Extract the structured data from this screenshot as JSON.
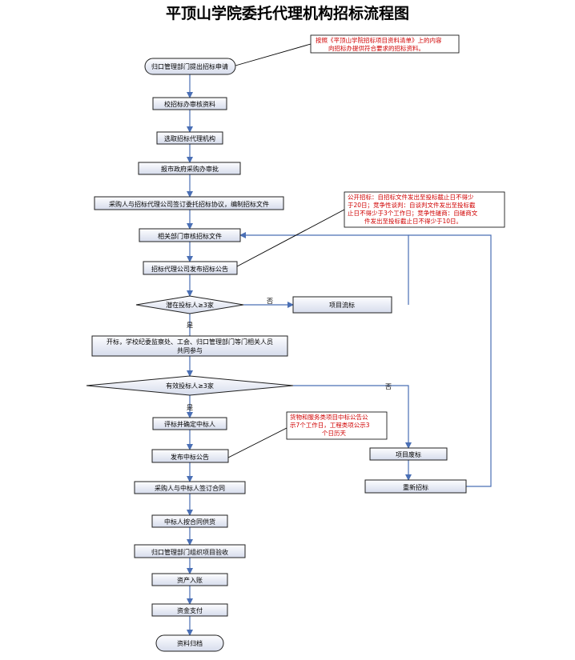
{
  "title": "平顶山学院委托代理机构招标流程图",
  "nodes": {
    "n1": "归口管理部门提出招标申请",
    "n2": "校招标办审核资料",
    "n3": "选取招标代理机构",
    "n4": "报市政府采购办审批",
    "n5": "采购人与招标代理公司签订委托招标协议，编制招标文件",
    "n6": "相关部门审核招标文件",
    "n7": "招标代理公司发布招标公告",
    "d1": "潜在投标人≥3家",
    "flow": "项目流标",
    "n8a": "开标，学校纪委监察处、工会、归口管理部门等门相关人员",
    "n8b": "共同参与",
    "d2": "有效投标人≥3家",
    "n9": "评标并确定中标人",
    "n10": "发布中标公告",
    "n11": "采购人与中标人签订合同",
    "n12": "中标人按合同供货",
    "n13": "归口管理部门组织项目验收",
    "n14": "资产入账",
    "n15": "资金支付",
    "n16": "资料归档",
    "fail": "项目废标",
    "retender": "重新招标"
  },
  "labels": {
    "yes1": "是",
    "no1": "否",
    "yes2": "是",
    "no2": "否"
  },
  "notes": {
    "note1": [
      "按照《平顶山学院招标项目资料清单》上的内容",
      "向招标办提供符合要求的招标资料。"
    ],
    "note2": [
      "公开招标：自招标文件发出至投标截止日不得少",
      "于20日；竞争性谈判：自谈判文件发出至投标截",
      "止日不得少于3个工作日；竞争性磋商：自磋商文",
      "件发出至投标截止日不得少于10日。"
    ],
    "note3": [
      "货物和服务类项目中标公告公",
      "示7个工作日，工程类项公示3",
      "个日历天"
    ]
  },
  "colors": {
    "edge": "#4a6fb5",
    "note_text": "#d00000",
    "box_top": "#fdfdff",
    "box_bottom": "#d6dcec"
  }
}
